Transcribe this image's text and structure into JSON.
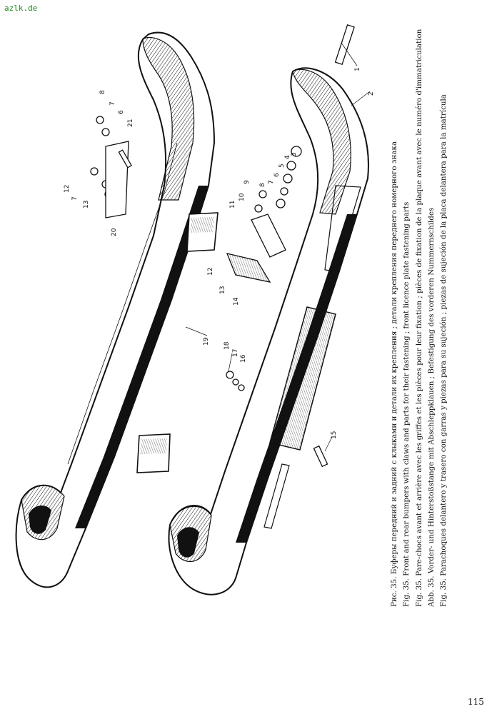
{
  "watermark": "azlk.de",
  "page_number": "115",
  "caption": [
    "Рис. 35. Буферы передний и задний с клыками и детали их крепления ; детали крепления переднего номерного знака",
    "Fig. 35. Front and rear bumpers with claws and parts for their fastening ; front licence plate fastening parts",
    "Fig. 35. Pare-chocs avant et arrière avec les griffes et les pièces pour leur fixation ; pièces de fixation de la plaque avant avec le numéro d'immatriculation",
    "Abb. 35. Vorder- und Hinterstoßstange mit Abschleppklauen ; Befestigung des vorderen Nummernschildes",
    "Fig. 35. Parachoques delantero y trasero con garras y piezas para su sujeción ; piezas de sujeción de la placa delantera para la matrícula"
  ],
  "callouts": [
    "1",
    "2",
    "3",
    "4",
    "5",
    "6",
    "7",
    "8",
    "9",
    "10",
    "11",
    "12",
    "13",
    "14",
    "15",
    "16",
    "17",
    "18",
    "19",
    "20",
    "21",
    "12",
    "7",
    "13",
    "8",
    "7",
    "6",
    "21"
  ],
  "colors": {
    "ink": "#111111",
    "paper": "#ffffff",
    "watermark": "#1a8a1a"
  }
}
